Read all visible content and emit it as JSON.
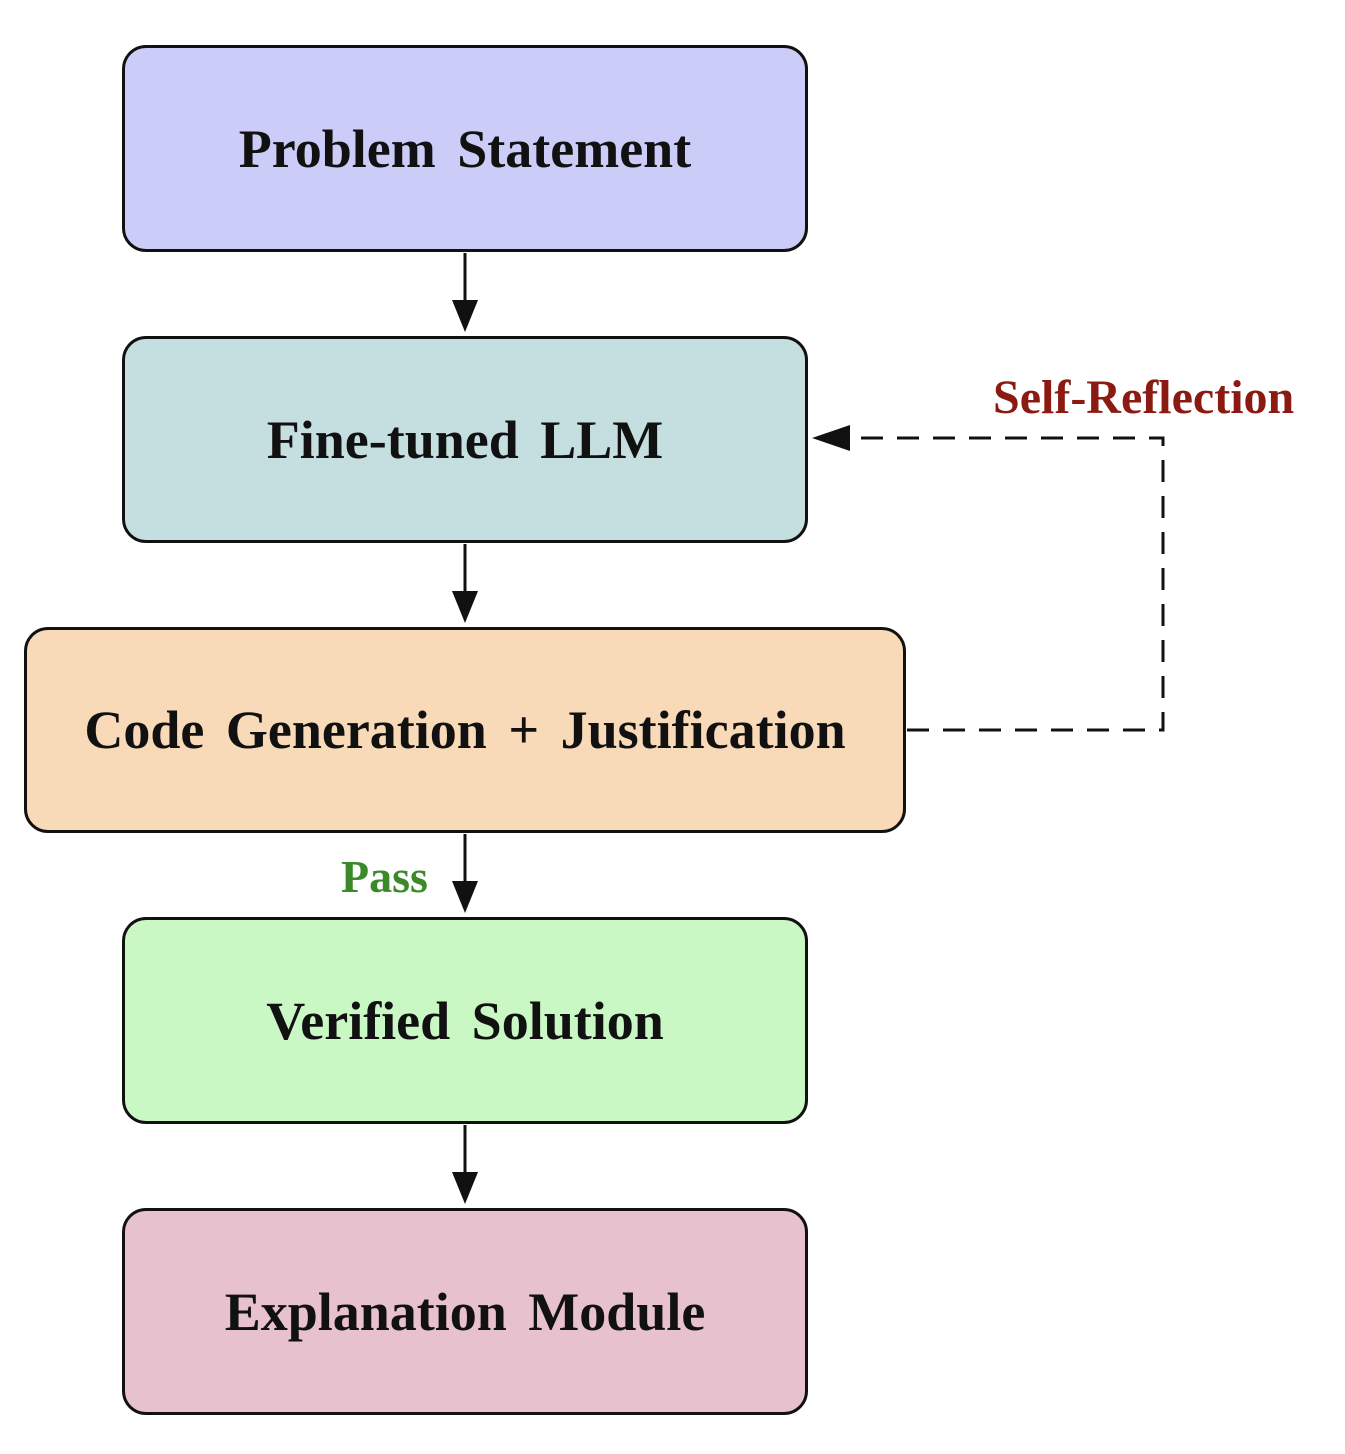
{
  "nodes": [
    {
      "id": "problem",
      "label": "Problem Statement",
      "fill": "#ccccf8"
    },
    {
      "id": "llm",
      "label": "Fine-tuned LLM",
      "fill": "#c5dfe0"
    },
    {
      "id": "codegen",
      "label": "Code Generation + Justification",
      "fill": "#f8dab8"
    },
    {
      "id": "verified",
      "label": "Verified Solution",
      "fill": "#c9f8c4"
    },
    {
      "id": "explain",
      "label": "Explanation Module",
      "fill": "#e8c1cf"
    }
  ],
  "edges": [
    {
      "from": "problem",
      "to": "llm",
      "style": "solid",
      "label": ""
    },
    {
      "from": "llm",
      "to": "codegen",
      "style": "solid",
      "label": ""
    },
    {
      "from": "codegen",
      "to": "verified",
      "style": "solid",
      "label": "Pass"
    },
    {
      "from": "verified",
      "to": "explain",
      "style": "solid",
      "label": ""
    },
    {
      "from": "codegen",
      "to": "llm",
      "style": "dashed",
      "label": "Self-Reflection"
    }
  ],
  "labels": {
    "self_reflection": "Self-Reflection",
    "pass": "Pass"
  },
  "colors": {
    "self_reflection": "#8b1a12",
    "pass": "#3a8a2a",
    "stroke": "#111111"
  }
}
